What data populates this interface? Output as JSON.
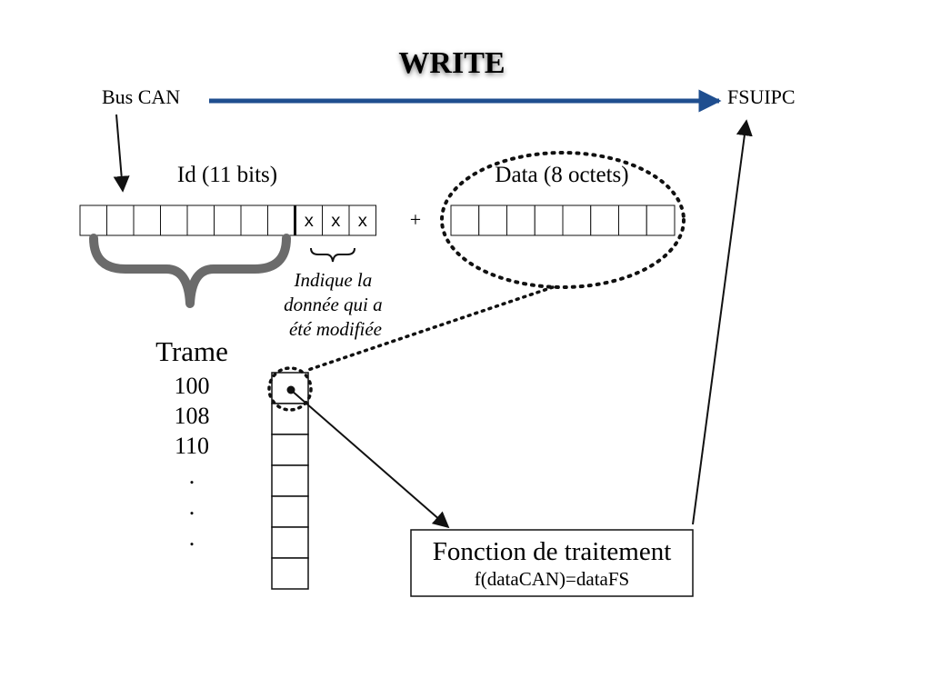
{
  "title": "WRITE",
  "source_label": "Bus CAN",
  "target_label": "FSUIPC",
  "id_field": {
    "label": "Id (11 bits)",
    "blank_cells": 8,
    "marked_cells": [
      "x",
      "x",
      "x"
    ]
  },
  "operator": "+",
  "data_field": {
    "label": "Data (8 octets)",
    "cells": 8
  },
  "marker_note": [
    "Indique la",
    "donnée qui a",
    "été modifiée"
  ],
  "trame": {
    "heading": "Trame",
    "values": [
      "100",
      "108",
      "110",
      ".",
      ".",
      "."
    ],
    "table_rows": 7
  },
  "function_box": {
    "title": "Fonction de traitement",
    "formula": "f(dataCAN)=dataFS"
  },
  "colors": {
    "write_arrow": "#1f4e8f",
    "ink": "#111111",
    "brace": "#6b6b6b"
  }
}
